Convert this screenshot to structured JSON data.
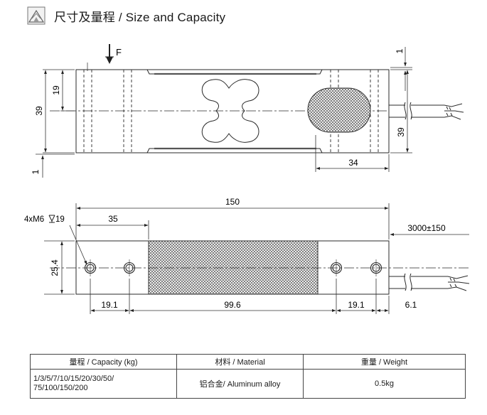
{
  "header": {
    "title": "尺寸及量程 / Size and Capacity",
    "logo_icon": "load-cell-logo-icon"
  },
  "top_view": {
    "force_label": "F",
    "dim_top_offset": "1",
    "dim_hole_center": "19",
    "dim_height_left": "39",
    "dim_bottom_offset": "1",
    "dim_height_right": "39",
    "dim_pad_width": "34"
  },
  "bottom_view": {
    "dim_length": "150",
    "dim_hole_spacing": "35",
    "thread_spec": "4xM6",
    "thread_depth": "19",
    "dim_width": "25.4",
    "dim_left_edge": "19.1",
    "dim_gauge_length": "99.6",
    "dim_right_edge": "19.1",
    "dim_cable_offset": "6.1",
    "cable_length": "3000±150"
  },
  "spec_table": {
    "headers": [
      "量程 / Capacity (kg)",
      "材料 / Material",
      "重量 / Weight"
    ],
    "capacity_lines": [
      "1/3/5/7/10/15/20/30/50/",
      "75/100/150/200"
    ],
    "material": "铝合金/ Aluminum alloy",
    "weight": "0.5kg"
  },
  "colors": {
    "line": "#2a2a2a",
    "hatch_fill": "#555555"
  }
}
